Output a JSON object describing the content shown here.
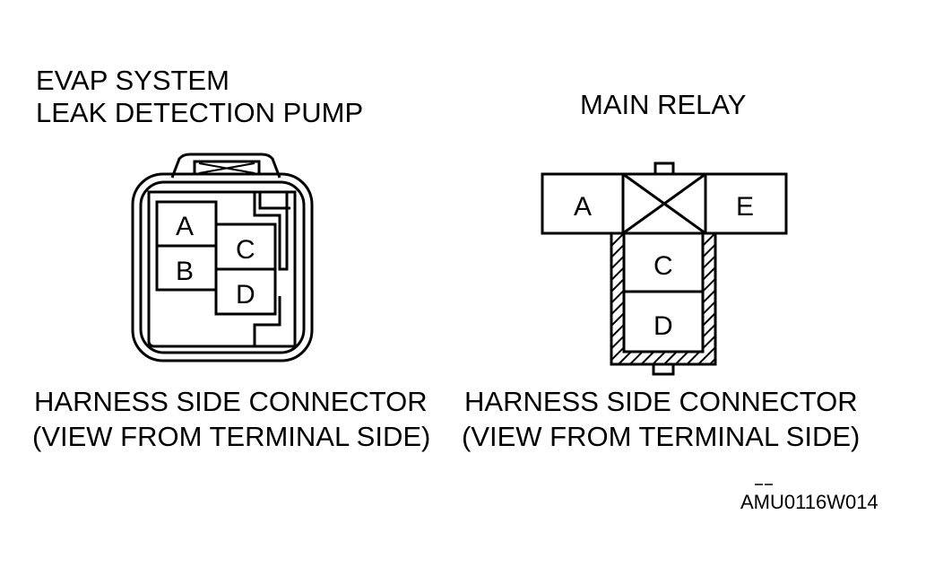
{
  "left": {
    "title_line1": "EVAP SYSTEM",
    "title_line2": "LEAK DETECTION PUMP",
    "caption_line1": "HARNESS SIDE CONNECTOR",
    "caption_line2": "(VIEW FROM TERMINAL SIDE)",
    "terminals": {
      "a": "A",
      "b": "B",
      "c": "C",
      "d": "D"
    }
  },
  "right": {
    "title": "MAIN RELAY",
    "caption_line1": "HARNESS SIDE CONNECTOR",
    "caption_line2": "(VIEW FROM TERMINAL SIDE)",
    "terminals": {
      "a": "A",
      "e": "E",
      "c": "C",
      "d": "D"
    }
  },
  "figure_code": "AMU0116W014"
}
